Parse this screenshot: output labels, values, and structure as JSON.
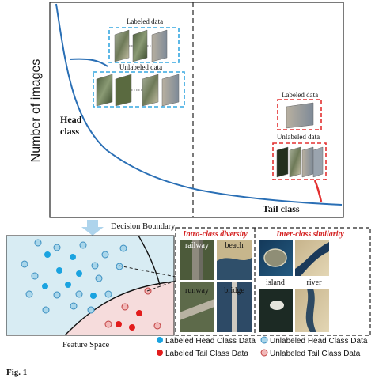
{
  "top_plot": {
    "y_axis_label": "Number of images",
    "head_label": "Head\nclass",
    "tail_label": "Tail class",
    "head_labeled": "Labeled data",
    "head_unlabeled": "Unlabeled data",
    "tail_labeled": "Labeled data",
    "tail_unlabeled": "Unlabeled data"
  },
  "feature_space": {
    "decision_boundary": "Decision Boundary",
    "caption": "Feature Space"
  },
  "panels": {
    "intra_title": "Intra-class diversity",
    "inter_title": "Inter-class similarity",
    "images": [
      "railway",
      "beach",
      "runway",
      "bridge",
      "island",
      "river"
    ]
  },
  "legend": {
    "items": [
      "Labeled Head Class Data",
      "Unlabeled Head Class Data",
      "Labeled Tail Class Data",
      "Unlabeled Tail Class Data"
    ]
  },
  "caption_fragment": "Fig. 1",
  "colors": {
    "curve": "#2a6fb5",
    "head_box": "#35a7e0",
    "tail_box": "#e33030",
    "head_region": "#d8ecf3",
    "tail_region": "#f6dcdc",
    "labeled_head": "#1aa3e0",
    "labeled_tail": "#e21c1c",
    "arrow": "#aed4ec",
    "red_title": "#d42020"
  }
}
